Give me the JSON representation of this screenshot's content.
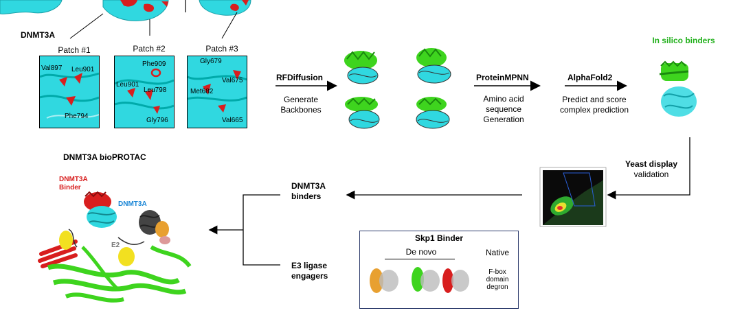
{
  "top": {
    "protein_label": "DNMT3A"
  },
  "patches": [
    {
      "title": "Patch #1",
      "residues": [
        "Val897",
        "Leu901",
        "Phe794"
      ]
    },
    {
      "title": "Patch #2",
      "residues": [
        "Phe909",
        "Leu901",
        "Leu798",
        "Gly796"
      ]
    },
    {
      "title": "Patch #3",
      "residues": [
        "Gly679",
        "Val675",
        "Met682",
        "Val665"
      ]
    }
  ],
  "pipeline": {
    "step1": {
      "tool": "RFDiffusion",
      "desc_line1": "Generate",
      "desc_line2": "Backbones"
    },
    "step2": {
      "tool": "ProteinMPNN",
      "desc_line1": "Amino acid",
      "desc_line2": "sequence",
      "desc_line3": "Generation"
    },
    "step3": {
      "tool": "AlphaFold2",
      "desc_line1": "Predict and score",
      "desc_line2": "complex prediction"
    },
    "result": {
      "title": "In silico binders"
    }
  },
  "validation": {
    "line1": "Yeast display",
    "line2": "validation"
  },
  "outputs": {
    "binders_line1": "DNMT3A",
    "binders_line2": "binders",
    "engagers_line1": "E3 ligase",
    "engagers_line2": "engagers"
  },
  "bioprotac": {
    "title": "DNMT3A bioPROTAC",
    "binder_line1": "DNMT3A",
    "binder_line2": "Binder",
    "target_label": "DNMT3A",
    "e2_label": "E2"
  },
  "skp1": {
    "title": "Skp1 Binder",
    "denovo": "De novo",
    "native": "Native",
    "native_line1": "F-box",
    "native_line2": "domain",
    "native_line3": "degron"
  },
  "colors": {
    "cyan": "#30d8e0",
    "green": "#3ed41e",
    "red": "#d81e1e",
    "orange": "#e8a030",
    "binder_title": "#22b01c",
    "navy": "#2b3a6b"
  }
}
